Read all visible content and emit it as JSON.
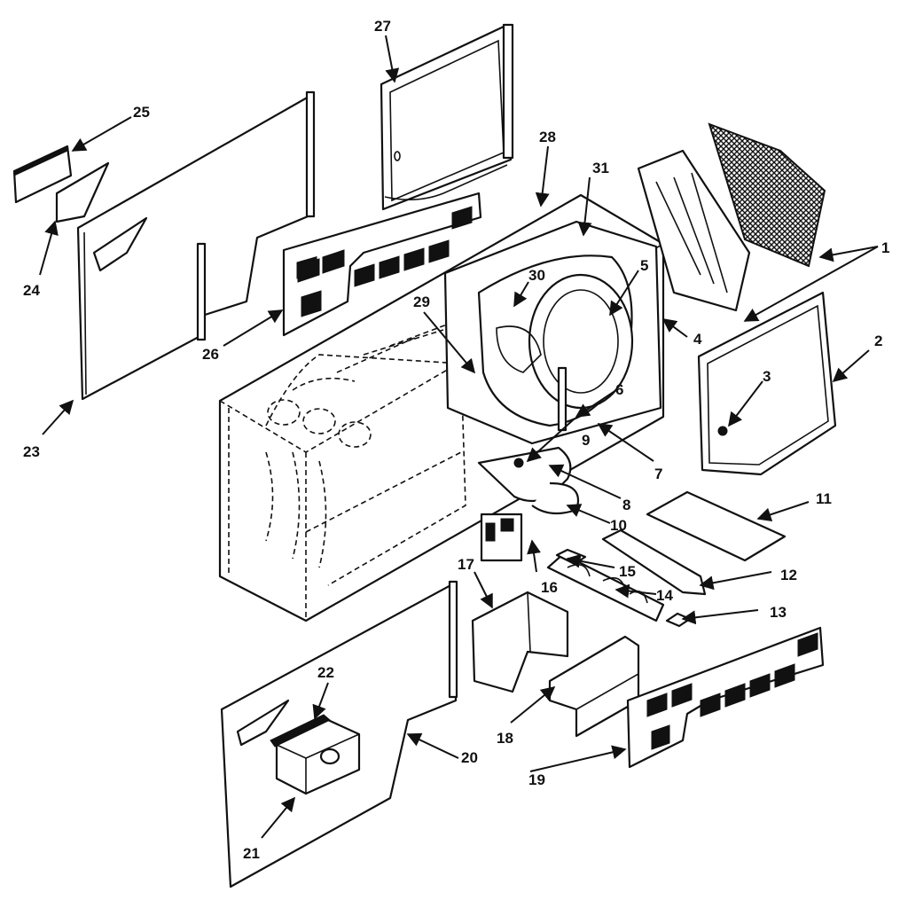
{
  "callouts": [
    {
      "id": "1",
      "text": "1"
    },
    {
      "id": "2",
      "text": "2"
    },
    {
      "id": "3",
      "text": "3"
    },
    {
      "id": "4",
      "text": "4"
    },
    {
      "id": "5",
      "text": "5"
    },
    {
      "id": "6",
      "text": "6"
    },
    {
      "id": "7",
      "text": "7"
    },
    {
      "id": "8",
      "text": "8"
    },
    {
      "id": "9",
      "text": "9"
    },
    {
      "id": "10",
      "text": "10"
    },
    {
      "id": "11",
      "text": "11"
    },
    {
      "id": "12",
      "text": "12"
    },
    {
      "id": "13",
      "text": "13"
    },
    {
      "id": "14",
      "text": "14"
    },
    {
      "id": "15",
      "text": "15"
    },
    {
      "id": "16",
      "text": "16"
    },
    {
      "id": "17",
      "text": "17"
    },
    {
      "id": "18",
      "text": "18"
    },
    {
      "id": "19",
      "text": "19"
    },
    {
      "id": "20",
      "text": "20"
    },
    {
      "id": "21",
      "text": "21"
    },
    {
      "id": "22",
      "text": "22"
    },
    {
      "id": "23",
      "text": "23"
    },
    {
      "id": "24",
      "text": "24"
    },
    {
      "id": "25",
      "text": "25"
    },
    {
      "id": "26",
      "text": "26"
    },
    {
      "id": "27",
      "text": "27"
    },
    {
      "id": "28",
      "text": "28"
    },
    {
      "id": "29",
      "text": "29"
    },
    {
      "id": "30",
      "text": "30"
    },
    {
      "id": "31",
      "text": "31"
    }
  ]
}
